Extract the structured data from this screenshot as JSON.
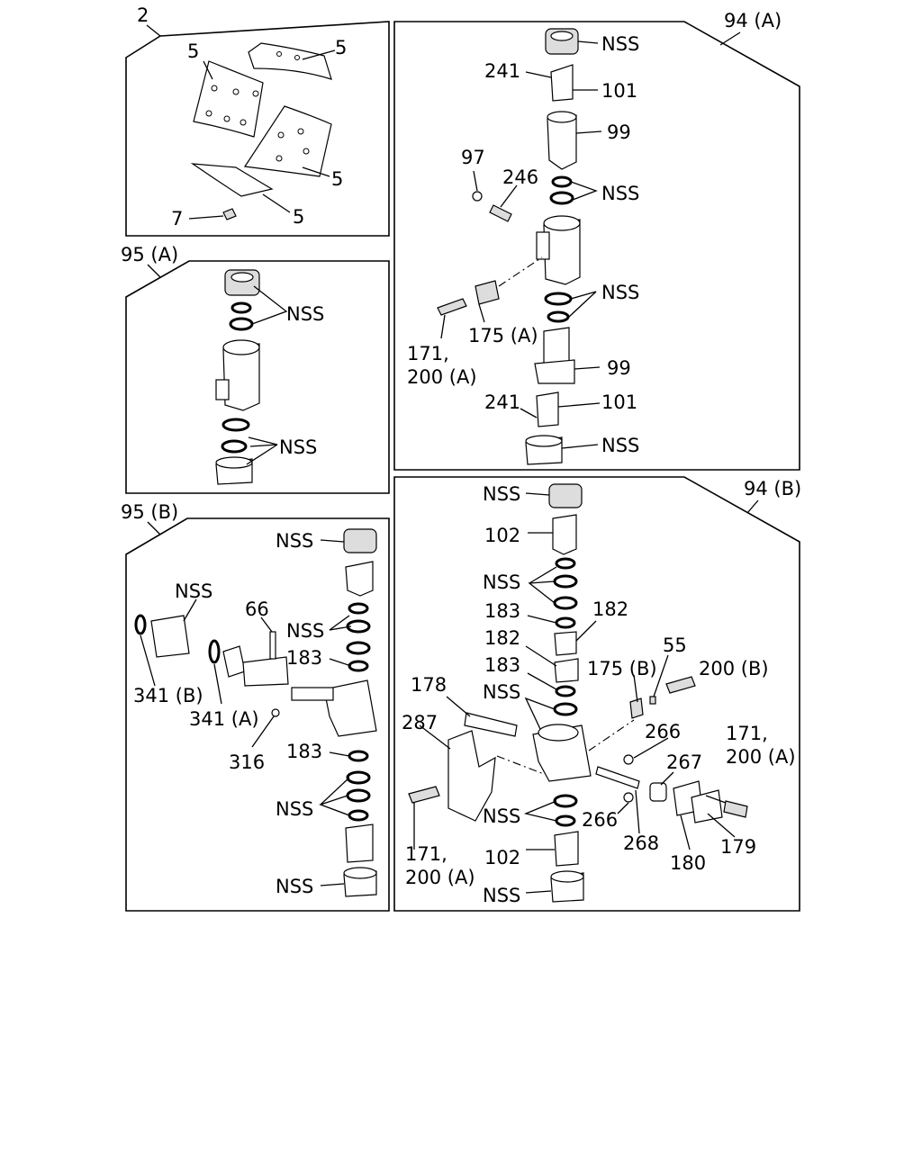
{
  "panels": {
    "p2": {
      "id": "2"
    },
    "p94a": {
      "id": "94 (A)"
    },
    "p95a": {
      "id": "95 (A)"
    },
    "p95b": {
      "id": "95 (B)"
    },
    "p94b": {
      "id": "94 (B)"
    }
  },
  "labels": {
    "p2": {
      "l5a": "5",
      "l5b": "5",
      "l5c": "5",
      "l5d": "5",
      "l7": "7"
    },
    "p94a": {
      "nss1": "NSS",
      "l241a": "241",
      "l101a": "101",
      "l99a": "99",
      "l97": "97",
      "l246": "246",
      "nss2": "NSS",
      "nss3": "NSS",
      "l175a": "175 (A)",
      "l171a": "171,",
      "l200a": "200 (A)",
      "l99b": "99",
      "l241b": "241",
      "l101b": "101",
      "nss4": "NSS"
    },
    "p95a": {
      "nss1": "NSS",
      "nss2": "NSS"
    },
    "p95b": {
      "nss1": "NSS",
      "nss2": "NSS",
      "l66": "66",
      "nss3": "NSS",
      "l183a": "183",
      "l341b": "341 (B)",
      "l341a": "341 (A)",
      "l316": "316",
      "l183b": "183",
      "nss4": "NSS",
      "nss5": "NSS"
    },
    "p94b": {
      "nss1": "NSS",
      "l102a": "102",
      "nss2": "NSS",
      "l183a": "183",
      "l182a": "182",
      "l182b": "182",
      "l183b": "183",
      "l175b": "175 (B)",
      "l55": "55",
      "l200b": "200 (B)",
      "l178": "178",
      "nss3": "NSS",
      "l287": "287",
      "l266a": "266",
      "l171a": "171,",
      "l200c": "200 (A)",
      "l267": "267",
      "nss4": "NSS",
      "l266b": "266",
      "l268": "268",
      "l180": "180",
      "l179": "179",
      "l171b": "171,",
      "l200d": "200 (A)",
      "l102b": "102",
      "nss5": "NSS"
    }
  }
}
